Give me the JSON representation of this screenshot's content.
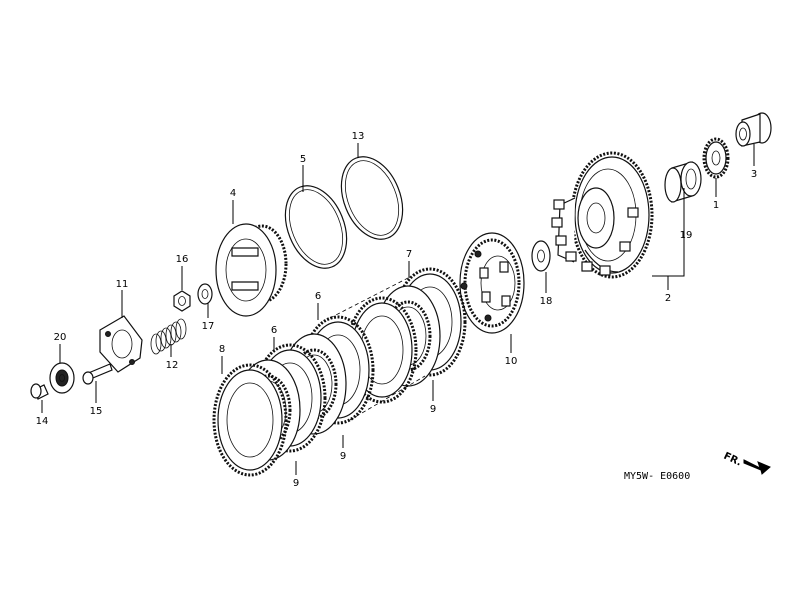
{
  "diagram_code": "MY5W- E0600",
  "direction_label": "FR.",
  "callouts": {
    "p1": "1",
    "p2": "2",
    "p3": "3",
    "p4": "4",
    "p5": "5",
    "p6a": "6",
    "p6b": "6",
    "p7": "7",
    "p8": "8",
    "p9a": "9",
    "p9b": "9",
    "p9c": "9",
    "p10": "10",
    "p11": "11",
    "p12": "12",
    "p13": "13",
    "p14": "14",
    "p15": "15",
    "p16": "16",
    "p17": "17",
    "p18": "18",
    "p19": "19",
    "p20": "20"
  }
}
